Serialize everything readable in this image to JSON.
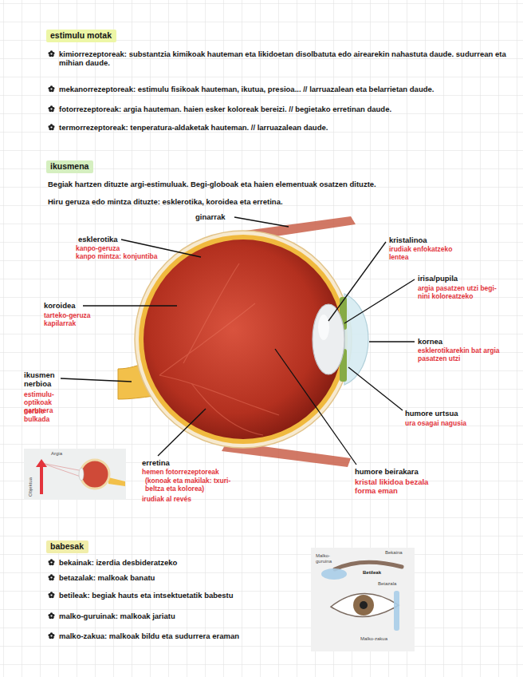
{
  "diagram": {
    "nodes": [
      {
        "text": [
          "estimulu motak"
        ]
      },
      {
        "text": [
          "ikusmena"
        ]
      },
      {
        "text": [
          "babesak"
        ]
      }
    ],
    "labels": [
      "kimiorrezeptoreak: substantzia kimikoak hauteman eta likidoetan disolbatuta edo airearekin nahastuta daude. sudurrean eta mihian daude.",
      "mekanorrezeptoreak: estimulu fisikoak hauteman, ikutua, presioa... // larruazalean eta belarrietan daude.",
      "fotorrezeptoreak: argia hauteman. haien esker koloreak bereizi. // begietako erretinan daude.",
      "termorrezeptoreak: tenperatura-aldaketak hauteman. // larruazalean daude.",
      "Begiak hartzen dituzte argi-estimuluak. Begi-globoak eta haien elementuak osatzen dituzte.",
      "Hiru geruza edo mintza dituzte: esklerotika, koroidea eta erretina.",
      "ginarrak",
      "esklerotika",
      "kanpo-geruza",
      "kanpo mintza: konjuntiba",
      "koroidea",
      "tarteko-geruza",
      "kapilarrak",
      "ikusmen nerbioa",
      "estimulu-optikoak garunera",
      "nerbio bulkada",
      "erretina",
      "hemen fotorrezeptoreak",
      "(konoak eta makilak: txuri-beltza eta kolorea)",
      "irudiak al revés",
      "kristalinoa",
      "irudiak enfokatzeko lentea",
      "irisa/pupila",
      "argia pasatzen utzi begi-nini koloreatzeko",
      "kornea",
      "esklerotikarekin bat argia pasatzen utzi",
      "humore urtsua",
      "ura osagai nagusia",
      "humore beirakara",
      "kristal likidoa bezala forma eman",
      "Argia",
      "Objektua",
      "bekainak: izerdia desbideratzeko",
      "betazalak: malkoak banatu",
      "betileak: begiak hauts eta intsektuetatik babestu",
      "malko-guruinak: malkoak jariatu",
      "malko-zakua: malkoak bildu eta sudurrera eraman",
      "Malko-guruina",
      "Bekaina",
      "Betileak",
      "Betazala",
      "Malko-zakua"
    ]
  }
}
